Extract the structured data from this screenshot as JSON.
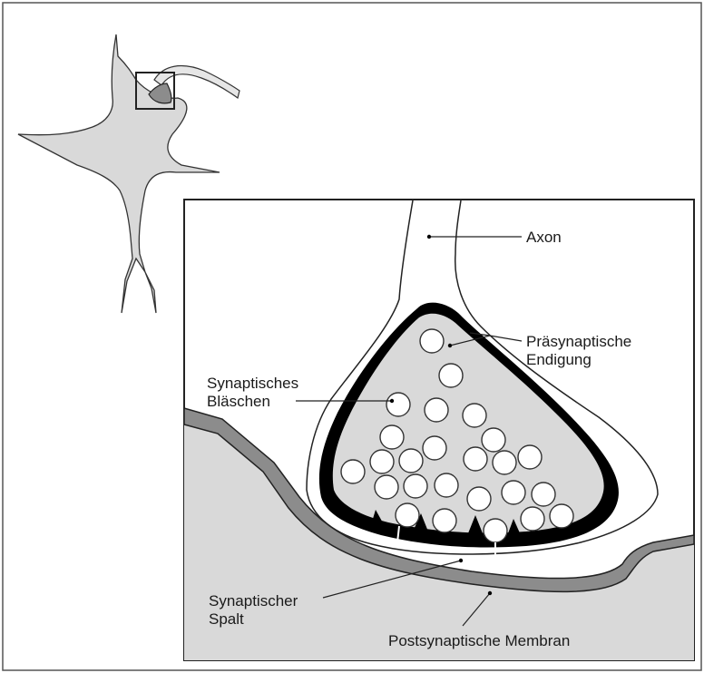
{
  "labels": {
    "axon": "Axon",
    "presynaptic_line1": "Präsynaptische",
    "presynaptic_line2": "Endigung",
    "vesicle_line1": "Synaptisches",
    "vesicle_line2": "Bläschen",
    "cleft_line1": "Synaptischer",
    "cleft_line2": "Spalt",
    "membrane": "Postsynaptische Membran"
  },
  "colors": {
    "neuron_fill": "#d9d9d9",
    "membrane_fill": "#8c8c8c",
    "terminal_outline": "#000000",
    "vesicle_fill": "#ffffff"
  }
}
